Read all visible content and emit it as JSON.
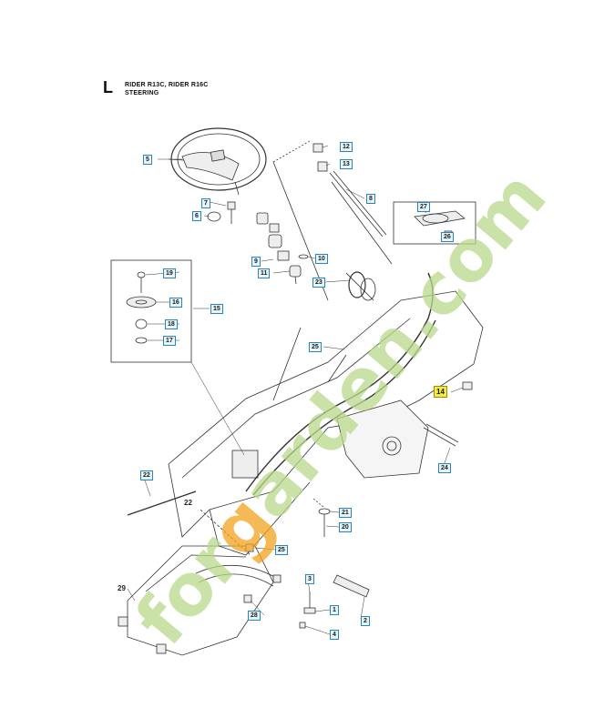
{
  "header": {
    "letter": "L",
    "line1": "RIDER R13C, RIDER R16C",
    "line2": "STEERING"
  },
  "callouts": [
    "5",
    "12",
    "13",
    "8",
    "27",
    "26",
    "7",
    "6",
    "9",
    "10",
    "11",
    "23",
    "19",
    "16",
    "15",
    "18",
    "17",
    "25",
    "14",
    "24",
    "22",
    "22",
    "21",
    "20",
    "29",
    "25",
    "3",
    "1",
    "28",
    "2",
    "4"
  ],
  "highlight_color": "#f4ea44",
  "callout_color": "#2b86b8",
  "watermark": {
    "text": "forgarden.com",
    "color_letters": "#b9d98a",
    "color_accent": "#f2a21d"
  }
}
